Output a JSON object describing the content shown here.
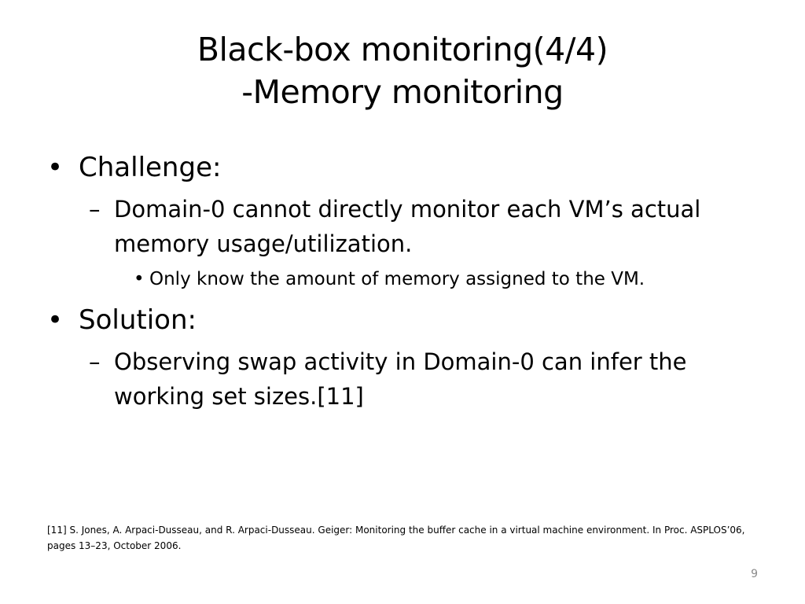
{
  "slide": {
    "title_line1": "Black-box monitoring(4/4)",
    "title_line2": "-Memory monitoring",
    "bullets": [
      {
        "text": "Challenge:",
        "sub": [
          {
            "text": "Domain-0 cannot directly monitor each VM’s actual memory usage/utilization.",
            "sub": [
              {
                "text": "Only know the amount of memory assigned to the VM."
              }
            ]
          }
        ]
      },
      {
        "text": "Solution:",
        "sub": [
          {
            "text": "Observing swap activity in Domain-0 can infer the working set sizes.[11]"
          }
        ]
      }
    ],
    "footnote": "[11] S. Jones, A. Arpaci-Dusseau, and R. Arpaci-Dusseau. Geiger: Monitoring the buffer cache in a virtual machine environment. In Proc. ASPLOS’06, pages 13–23, October 2006.",
    "page_number": "9"
  },
  "markers": {
    "level1": "•",
    "level2": "–",
    "level3": "•"
  }
}
